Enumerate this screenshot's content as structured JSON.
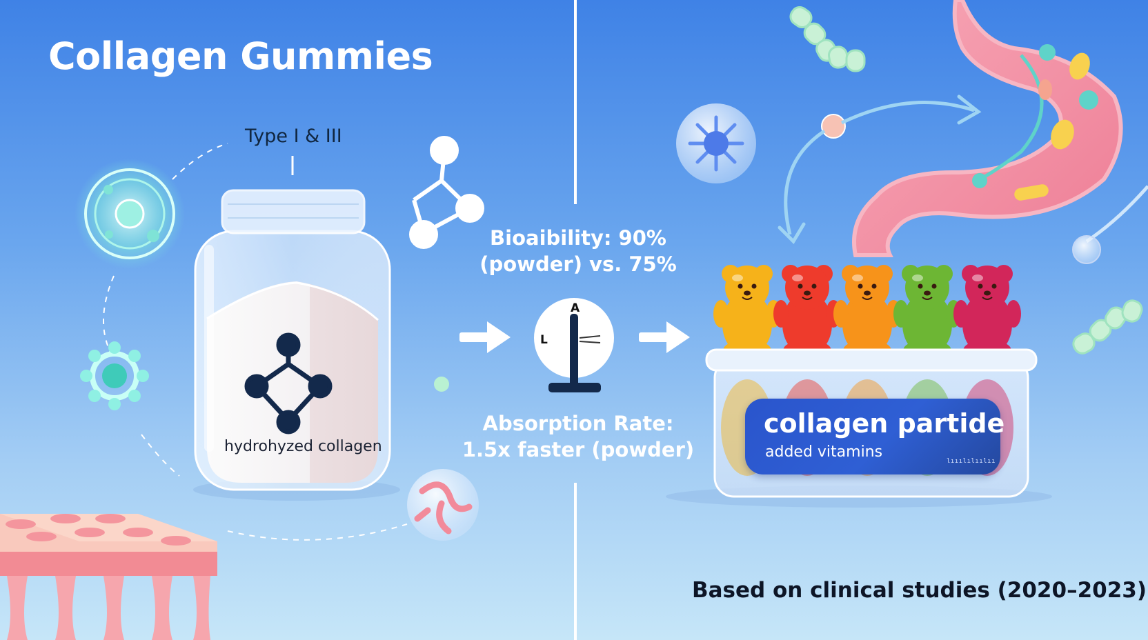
{
  "title": "Collagen Gummies",
  "powder": {
    "type_label": "Type I & III",
    "jar_label": "hydrohyzed collagen"
  },
  "comparison": {
    "bioavailability_line1": "Bioaibility: 90%",
    "bioavailability_line2": "(powder) vs. 75%",
    "absorption_line1": "Absorption Rate:",
    "absorption_line2": "1.5x faster (powder)",
    "gauge_top_label": "A",
    "gauge_left_label": "L"
  },
  "gummies": {
    "label_title": "collagen partide",
    "label_subtitle": "added vitamins",
    "label_mark": "lııılılıılıı",
    "bear_colors": [
      "#f6b21a",
      "#ee3b2c",
      "#f7931a",
      "#6db634",
      "#d2265a"
    ]
  },
  "footnote": "Based on clinical studies (2020–2023)",
  "colors": {
    "background_top": "#3f82e6",
    "background_bottom": "#c6e6f8",
    "label_blue": "#2a55cc",
    "stomach_pink": "#f28aa0",
    "molecule_navy": "#13294b"
  }
}
